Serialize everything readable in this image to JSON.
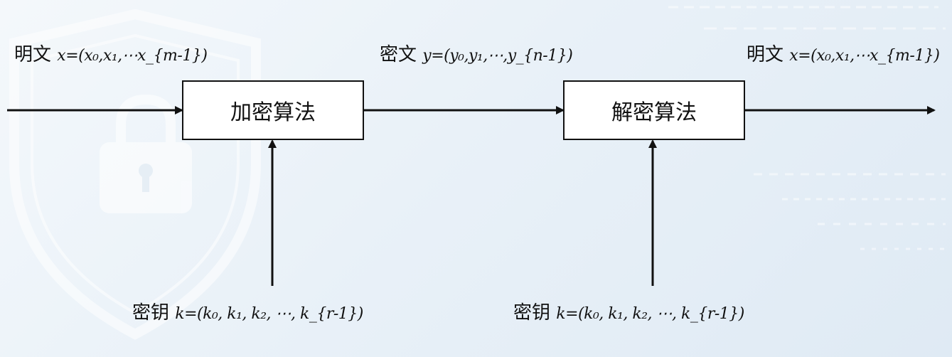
{
  "input": {
    "label": "明文",
    "formula": "x=(x₀,x₁,⋯x_{m-1})"
  },
  "ciphertext": {
    "label": "密文",
    "formula": "y=(y₀,y₁,⋯,y_{n-1})"
  },
  "output": {
    "label": "明文",
    "formula": "x=(x₀,x₁,⋯x_{m-1})"
  },
  "encrypt_box": {
    "label": "加密算法"
  },
  "decrypt_box": {
    "label": "解密算法"
  },
  "encrypt_key": {
    "label": "密钥",
    "formula": "k=(k₀, k₁, k₂, ⋯, k_{r-1})"
  },
  "decrypt_key": {
    "label": "密钥",
    "formula": "k=(k₀, k₁, k₂, ⋯, k_{r-1})"
  },
  "colors": {
    "line": "#111111",
    "box_fill": "#ffffff",
    "background": "#e9f1f8"
  }
}
